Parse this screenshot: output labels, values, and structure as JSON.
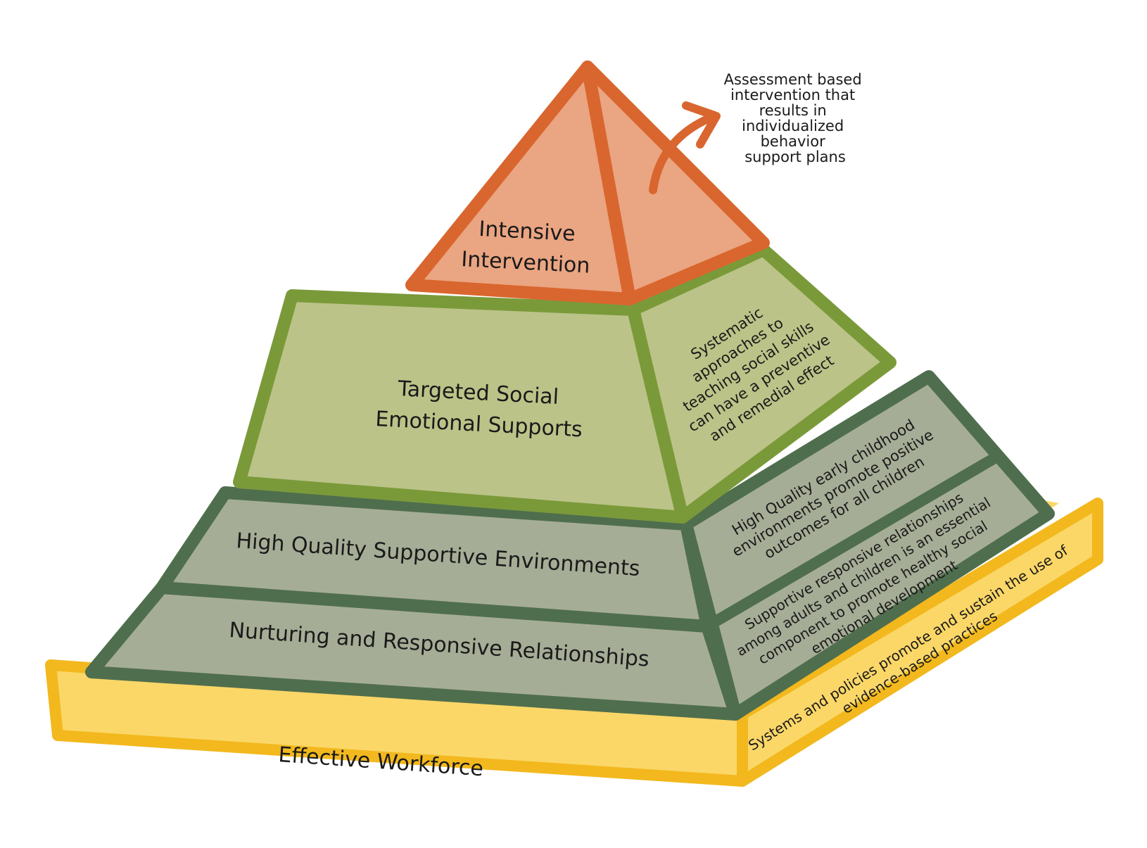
{
  "colors": {
    "top_fill": "#eaa582",
    "top_stroke": "#d9662f",
    "tier2_fill": "#bcc388",
    "tier2_stroke": "#7a9a3a",
    "tier3_fill": "#a6ad96",
    "tier3_stroke": "#4f6e4e",
    "base_fill": "#fbd768",
    "base_stroke": "#f2b81d"
  },
  "tiers": {
    "top": {
      "line1": "Intensive",
      "line2": "Intervention",
      "annotation": [
        "Assessment based",
        "intervention that",
        "results in",
        "individualized",
        "behavior",
        "support plans"
      ]
    },
    "targeted": {
      "line1": "Targeted Social",
      "line2": "Emotional Supports",
      "side": [
        "Systematic",
        "approaches to",
        "teaching social skills",
        "can have a preventive",
        "and remedial effect"
      ]
    },
    "environments": {
      "label": "High Quality Supportive Environments",
      "side": [
        "High Quality early childhood",
        "environments promote positive",
        "outcomes for all children"
      ]
    },
    "relationships": {
      "label": "Nurturing and Responsive Relationships",
      "side": [
        "Supportive responsive relationships",
        "among adults and children is an essential",
        "component to promote healthy social",
        "emotional development"
      ]
    },
    "base": {
      "label": "Effective Workforce",
      "side": [
        "Systems and policies promote and sustain the use of",
        "evidence-based practices"
      ]
    }
  }
}
